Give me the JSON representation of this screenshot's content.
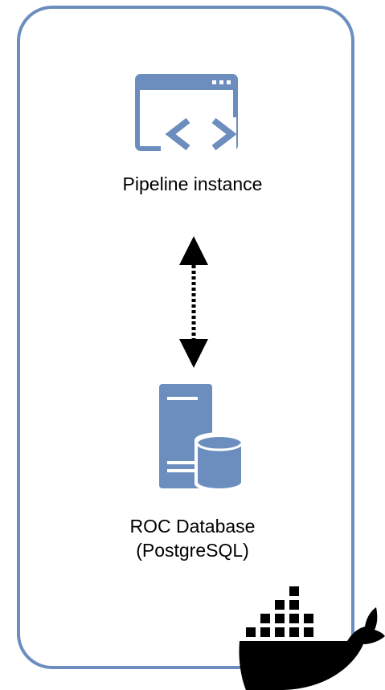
{
  "diagram": {
    "pipeline": {
      "label": "Pipeline instance",
      "icon": "code-window-icon"
    },
    "database": {
      "label_line1": "ROC Database",
      "label_line2": "(PostgreSQL)",
      "icon": "database-server-icon"
    },
    "connection": {
      "type": "bidirectional-dotted-arrow",
      "from": "Pipeline instance",
      "to": "ROC Database"
    },
    "container_logo": "docker-logo",
    "colors": {
      "accent": "#6c8ebf",
      "text": "#000000",
      "logo": "#000000"
    }
  }
}
